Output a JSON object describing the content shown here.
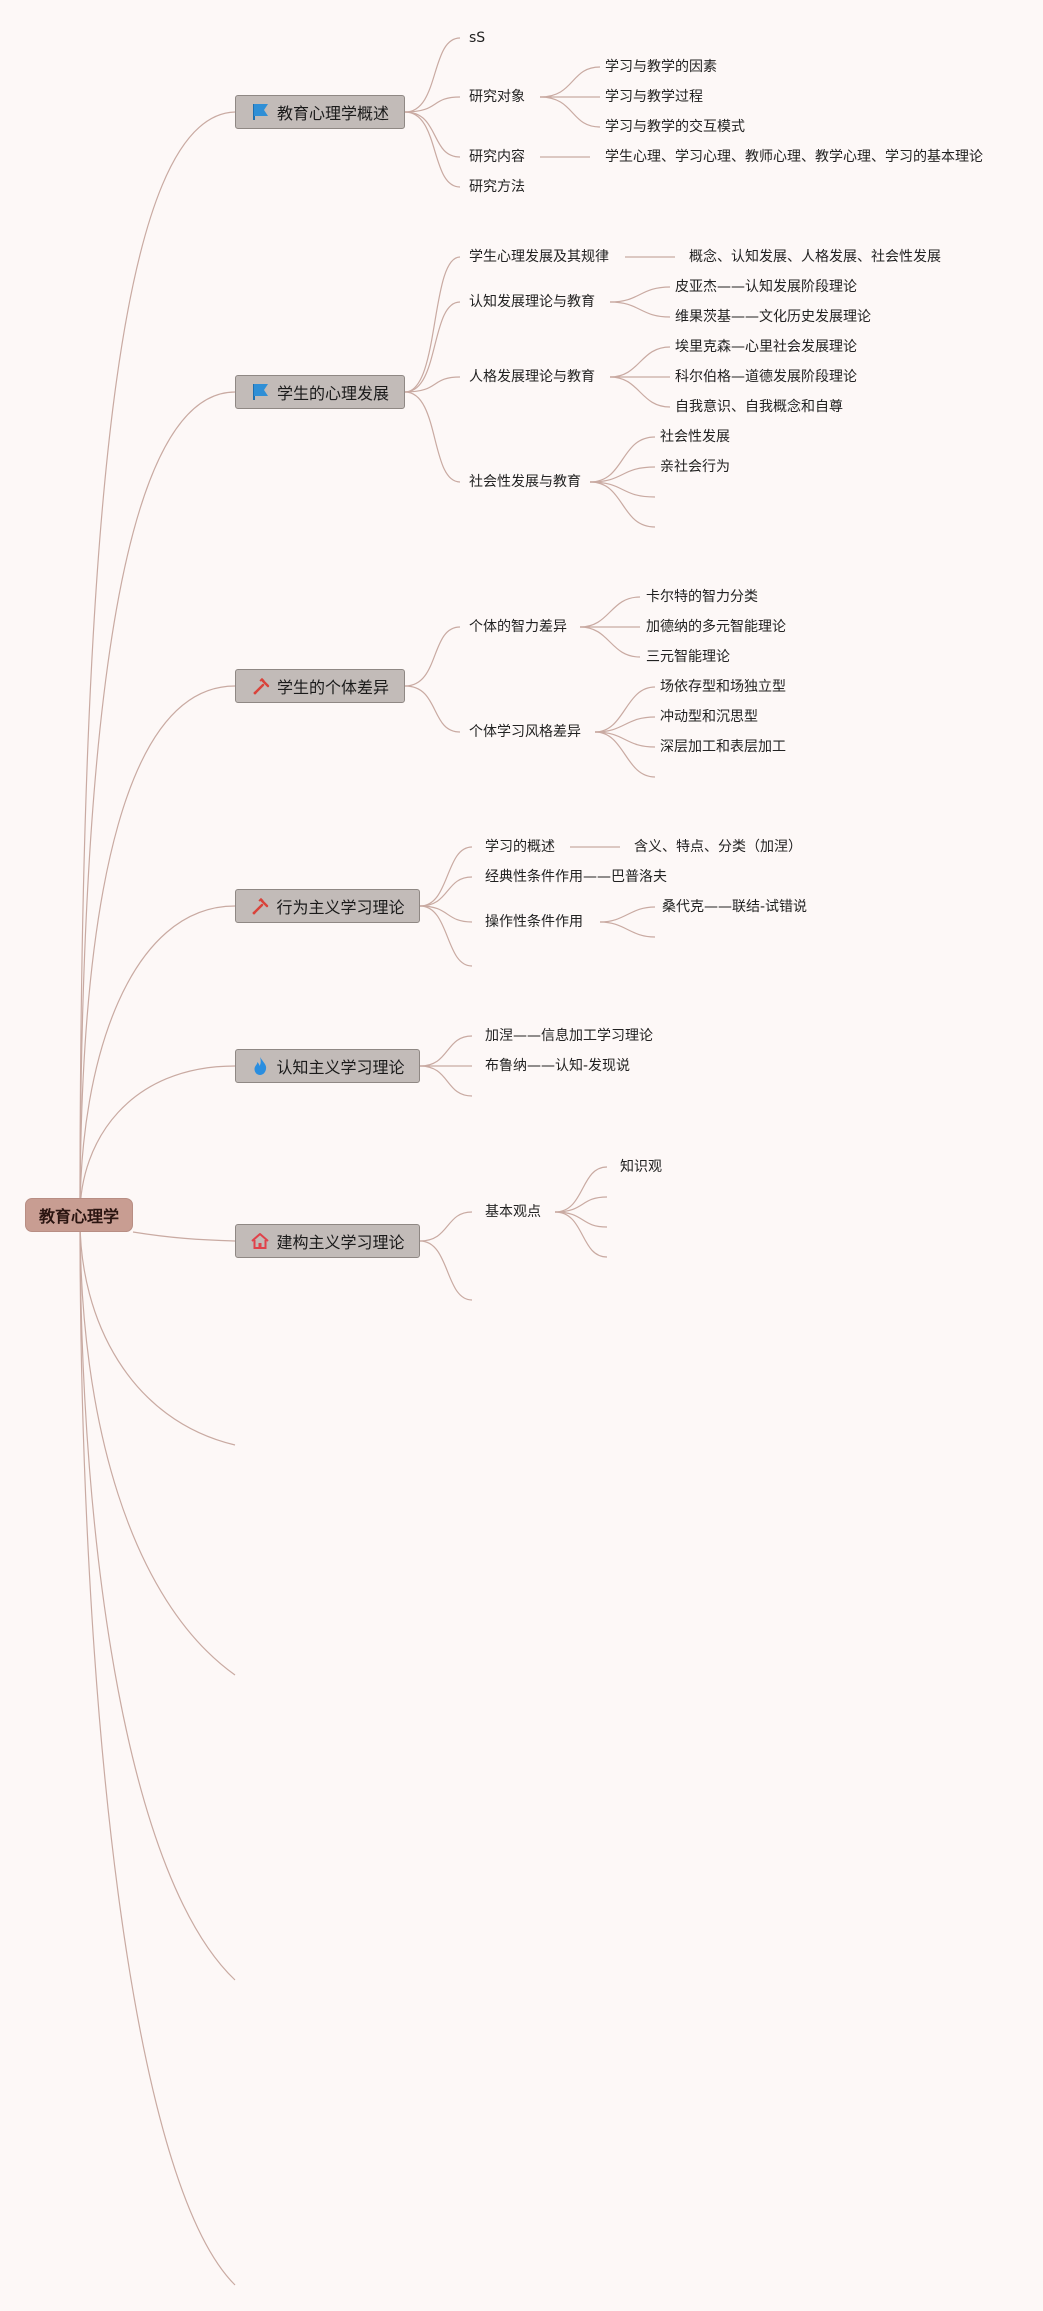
{
  "root": {
    "label": "教育心理学"
  },
  "topics": [
    {
      "label": "教育心理学概述",
      "icon": "blue-flag-icon",
      "items": [
        "sS",
        "研究对象",
        "研究内容",
        "研究方法"
      ],
      "research_object_items": [
        "学习与教学的因素",
        "学习与教学过程",
        "学习与教学的交互模式"
      ],
      "research_content_detail": "学生心理、学习心理、教师心理、教学心理、学习的基本理论"
    },
    {
      "label": "学生的心理发展",
      "icon": "blue-flag-icon",
      "items": [
        "学生心理发展及其规律",
        "认知发展理论与教育",
        "人格发展理论与教育",
        "社会性发展与教育"
      ],
      "development_detail": "概念、认知发展、人格发展、社会性发展",
      "cognitive_items": [
        "皮亚杰——认知发展阶段理论",
        "维果茨基——文化历史发展理论"
      ],
      "personality_items": [
        "埃里克森—心里社会发展理论",
        "科尔伯格—道德发展阶段理论",
        "自我意识、自我概念和自尊"
      ],
      "social_items": [
        "社会性发展",
        "亲社会行为"
      ]
    },
    {
      "label": "学生的个体差异",
      "icon": "tools-icon",
      "items": [
        "个体的智力差异",
        "个体学习风格差异"
      ],
      "intelligence_items": [
        "卡尔特的智力分类",
        "加德纳的多元智能理论",
        "三元智能理论"
      ],
      "style_items": [
        "场依存型和场独立型",
        "冲动型和沉思型",
        "深层加工和表层加工"
      ]
    },
    {
      "label": "行为主义学习理论",
      "icon": "tools-icon",
      "items": [
        "学习的概述",
        "经典性条件作用——巴普洛夫",
        "操作性条件作用"
      ],
      "learning_detail": "含义、特点、分类（加涅）",
      "operant_items": [
        "桑代克——联结-试错说"
      ]
    },
    {
      "label": "认知主义学习理论",
      "icon": "flame-icon",
      "items": [
        "加涅——信息加工学习理论",
        "布鲁纳——认知-发现说"
      ]
    },
    {
      "label": "建构主义学习理论",
      "icon": "house-icon",
      "items": [
        "基本观点"
      ],
      "basic_view_items": [
        "知识观"
      ]
    }
  ],
  "colors": {
    "root_fill": "#c89d92",
    "topic_fill": "#c2bbb8",
    "connector": "#c9aaa2",
    "background": "#fdf8f7",
    "flag_blue": "#2f8fd6",
    "tools_red": "#d9433b",
    "flame_blue": "#2a8ee0",
    "house_red": "#e0424a"
  }
}
